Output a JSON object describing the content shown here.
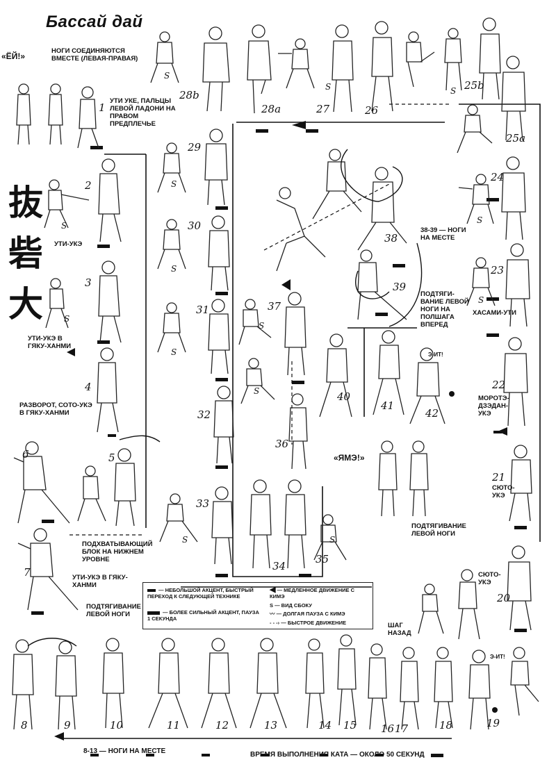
{
  "title": "Бассай дай",
  "kanji": [
    "抜",
    "砦",
    "大"
  ],
  "labels": {
    "ei": "«ЁЙ!»",
    "feet_together": "НОГИ СОЕДИНЯЮТСЯ ВМЕСТЕ (ЛЕВАЯ-ПРАВАЯ)",
    "uti_uke_1": "УТИ УКЕ, ПАЛЬЦЫ ЛЕВОЙ ЛАДОНИ НА ПРАВОМ ПРЕДПЛЕЧЬЕ",
    "uti_uke_2": "УТИ-УКЭ",
    "uti_uke_3": "УТИ-УКЭ В ГЯКУ-ХАНМИ",
    "turn_4": "РАЗВОРОТ, СОТО-УКЭ В ГЯКУ-ХАНМИ",
    "scoop_block": "ПОДХВАТЫВАЮЩИЙ БЛОК НА НИЖНЕМ УРОВНЕ",
    "uti_uke_7": "УТИ-УКЭ В ГЯКУ-ХАНМИ",
    "pull_left_7": "ПОДТЯГИВАНИЕ ЛЕВОЙ НОГИ",
    "feet_in_place_38": "38-39 — НОГИ НА МЕСТЕ",
    "pull_left_39": "ПОДТЯГИ-ВАНИЕ ЛЕВОЙ НОГИ НА ПОЛШАГА ВПЕРЕД",
    "hasami_uti": "ХАСАМИ-УТИ",
    "morote_uke": "МОРОТЭ-ДЗЭДАН-УКЭ",
    "syuto_21": "СЮТО-УКЭ",
    "syuto_20": "СЮТО-УКЭ",
    "yame": "«ЯМЭ!»",
    "pull_left_yame": "ПОДТЯГИВАНИЕ ЛЕВОЙ НОГИ",
    "step_back": "ШАГ НАЗАД",
    "kiai": "Э-ИТ!",
    "feet_in_place_8_13": "8-13 — НОГИ НА МЕСТЕ",
    "duration": "ВРЕМЯ ВЫПОЛНЕНИЯ КАТА — ОКОЛО 50 СЕКУНД",
    "side_s": "S"
  },
  "legend": {
    "small_accent": "— НЕБОЛЬШОЙ АКЦЕНТ, БЫСТРЫЙ ПЕРЕХОД К СЛЕДУЮЩЕЙ ТЕХНИКЕ",
    "strong_accent": "— БОЛЕЕ СИЛЬНЫЙ АКЦЕНТ, ПАУЗА 1 СЕКУНДА",
    "slow": "— МЕДЛЕННОЕ ДВИЖЕНИЕ С КИМЭ",
    "side_view": "S — ВИД СБОКУ",
    "long_pause": "— ДОЛГАЯ ПАУЗА С КИМЭ",
    "fast": "— БЫСТРОЕ ДВИЖЕНИЕ"
  },
  "step_numbers": [
    "1",
    "2",
    "3",
    "4",
    "5",
    "6",
    "7",
    "8",
    "9",
    "10",
    "11",
    "12",
    "13",
    "14",
    "15",
    "16",
    "17",
    "18",
    "19",
    "20",
    "21",
    "22",
    "23",
    "24",
    "25a",
    "25b",
    "26",
    "27",
    "28a",
    "28b",
    "29",
    "30",
    "31",
    "32",
    "33",
    "34",
    "35",
    "36",
    "37",
    "38",
    "39",
    "40",
    "41",
    "42"
  ]
}
